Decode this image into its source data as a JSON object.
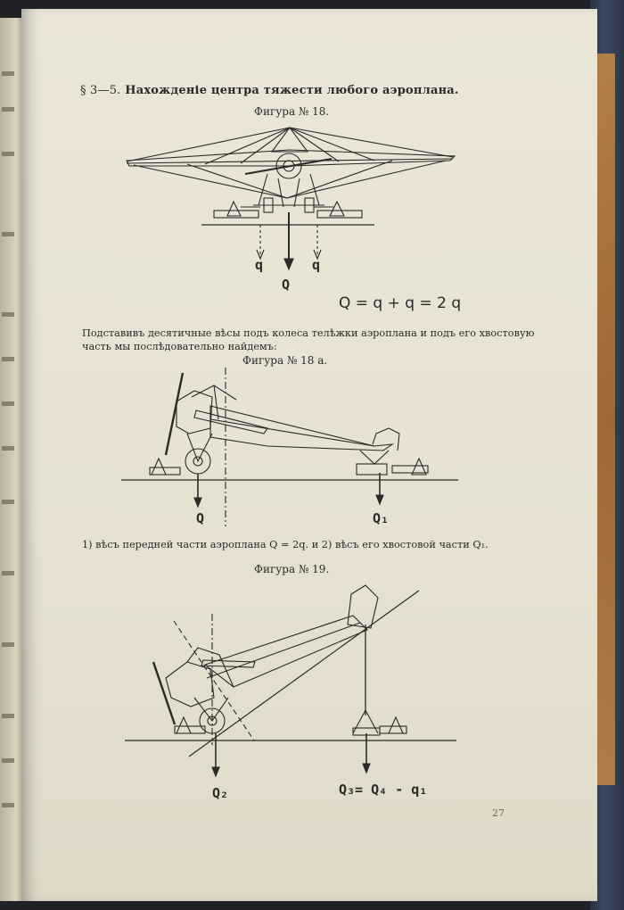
{
  "section": {
    "number": "§ 3—5.",
    "title": "Нахожденіе центра тяжести любого аэроплана."
  },
  "figures": [
    {
      "caption": "Фигура № 18."
    },
    {
      "caption": "Фигура № 18 а."
    },
    {
      "caption": "Фигура № 19."
    }
  ],
  "fig18": {
    "label_q_left": "q",
    "label_Q": "Q",
    "label_q_right": "q",
    "formula": "Q = q + q = 2 q"
  },
  "paragraph": {
    "line1": "Подставивъ десятичные вѣсы подъ колеса телѣжки аэроплана и подъ его хвостовую",
    "line2": "часть мы послѣдовательно найдемъ:"
  },
  "fig18a": {
    "label_Q": "Q",
    "label_Q1": "Q₁"
  },
  "caption_line": "1) вѣсъ передней части аэроплана Q = 2q. и 2) вѣсъ его хвостовой части Q₁.",
  "fig19": {
    "label_Q2": "Q₂",
    "label_Q3": "Q₃= Q₄ - q₁"
  },
  "page_number": "27"
}
